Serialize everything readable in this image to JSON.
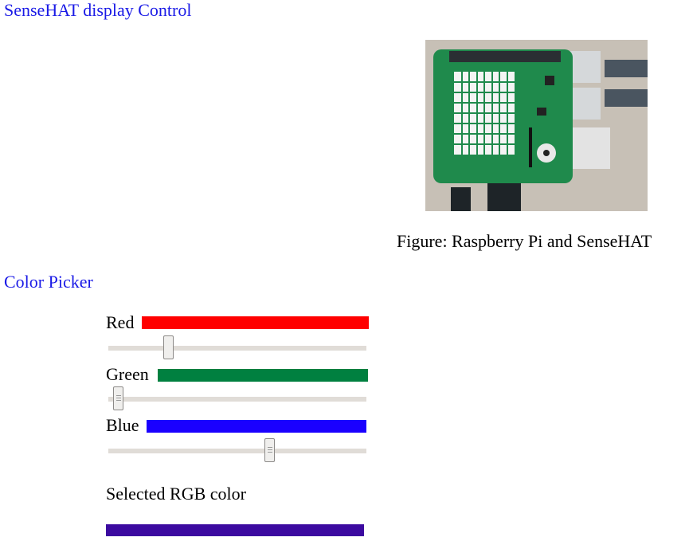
{
  "page": {
    "title": "SenseHAT display Control",
    "figure_caption": "Figure: Raspberry Pi and SenseHAT",
    "figure_alt": "Raspberry Pi with SenseHAT board"
  },
  "picker": {
    "title": "Color Picker",
    "sliders": [
      {
        "label": "Red",
        "color": "#ff0000",
        "value": 60,
        "max": 255
      },
      {
        "label": "Green",
        "color": "#008040",
        "value": 10,
        "max": 255
      },
      {
        "label": "Blue",
        "color": "#1a00ff",
        "value": 160,
        "max": 255
      }
    ],
    "selected_label": "Selected RGB color",
    "selected_color": "#3c0aa0"
  }
}
